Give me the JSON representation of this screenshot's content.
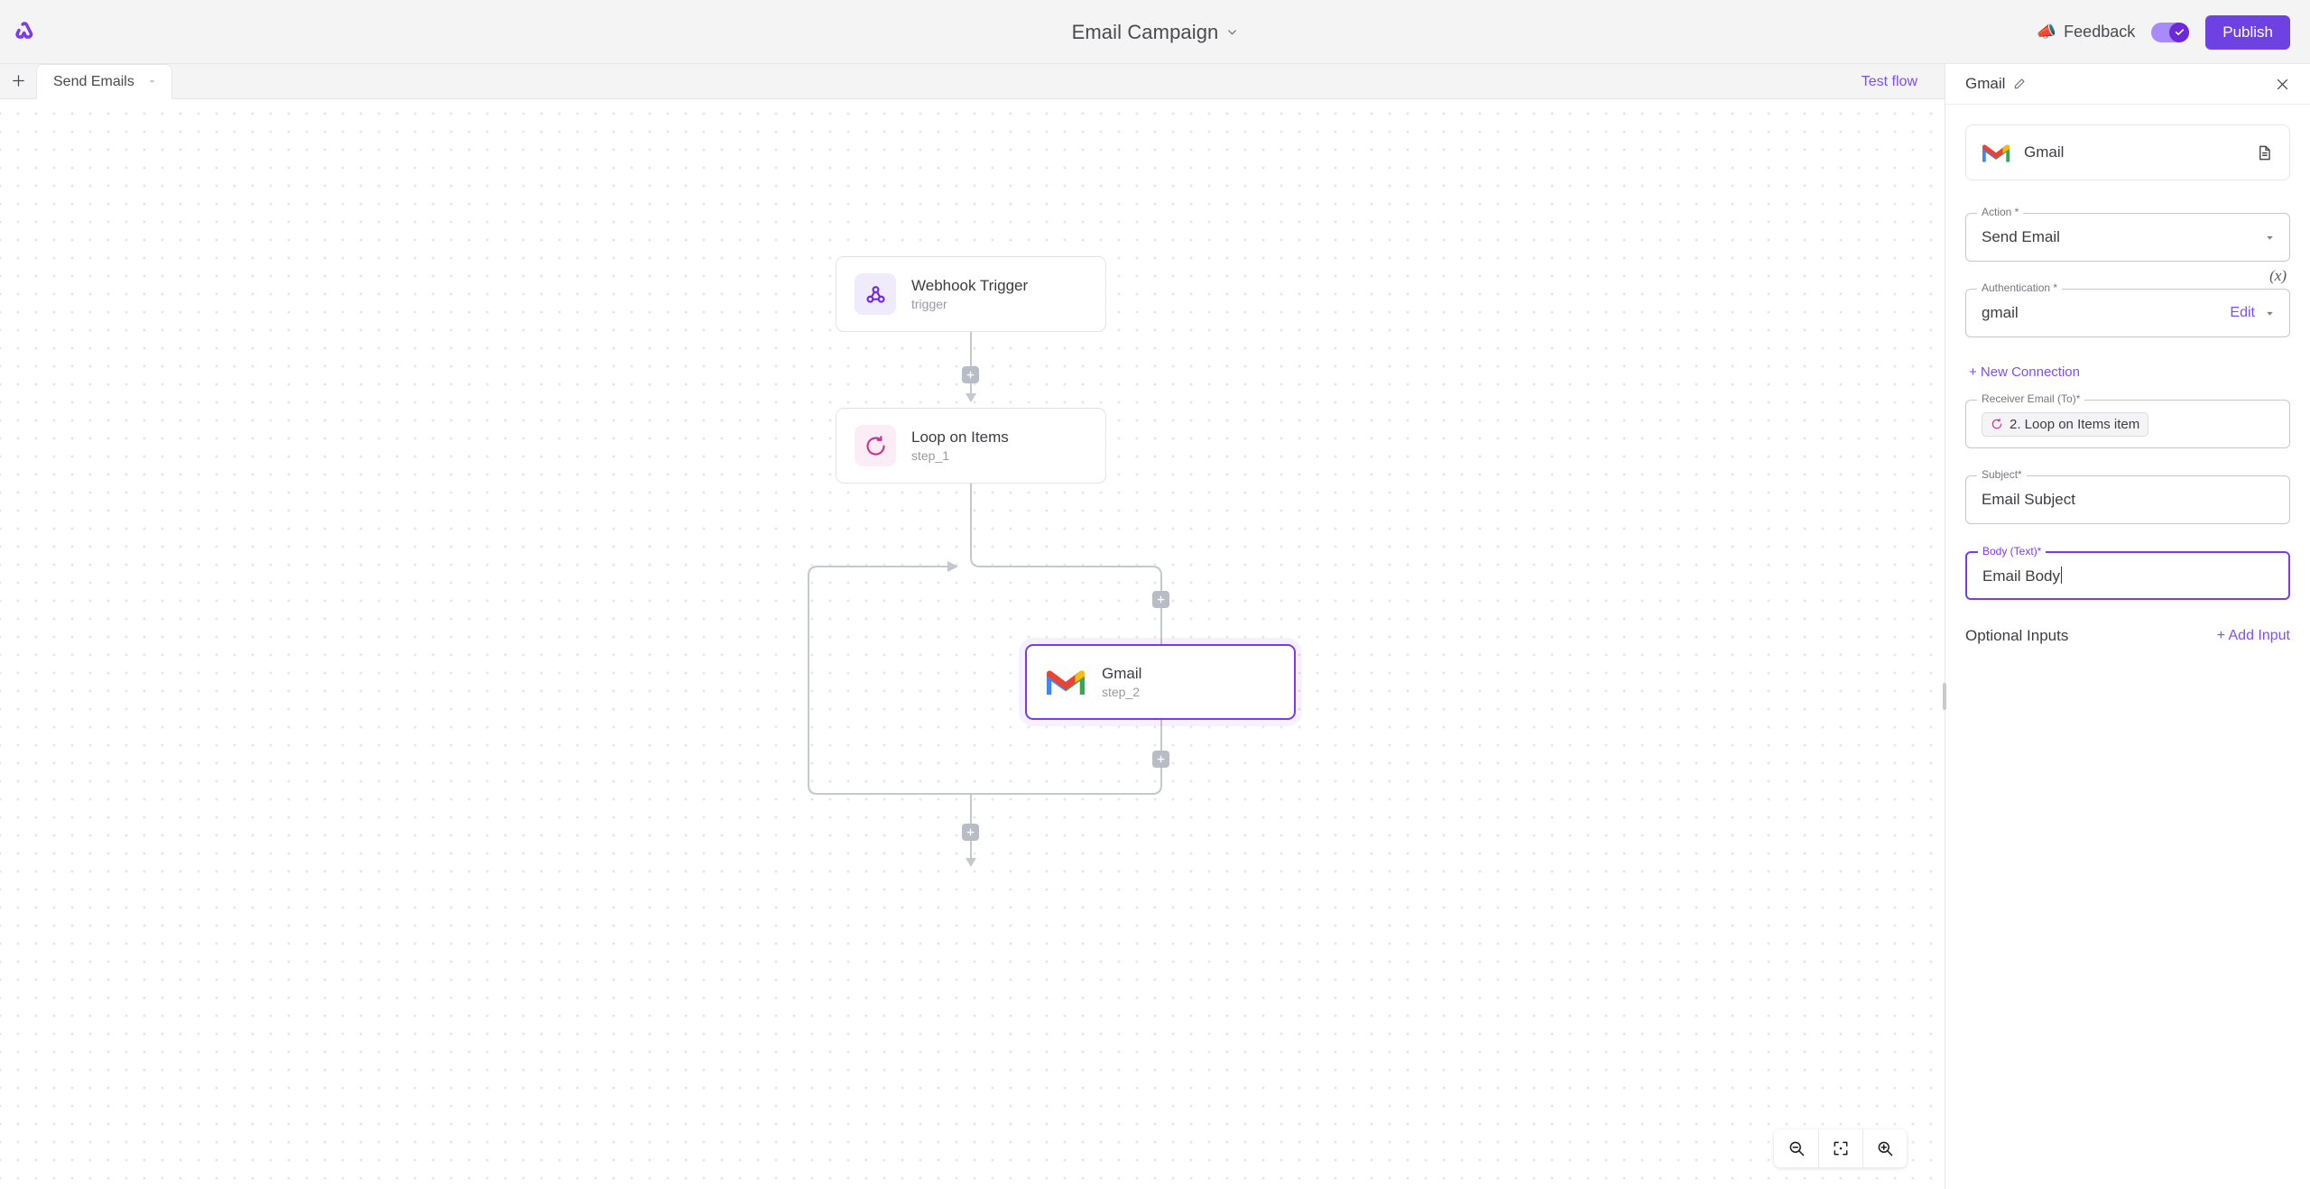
{
  "topbar": {
    "logo_icon": "activepieces-logo",
    "flow_title": "Email Campaign",
    "title_chevron_icon": "chevron-down-icon",
    "feedback_icon": "megaphone-icon",
    "feedback_label": "Feedback",
    "toggle_state": "on",
    "toggle_check_icon": "check-icon",
    "publish_label": "Publish",
    "accent_color": "#6e41e2"
  },
  "tabbar": {
    "add_icon": "plus-icon",
    "tab_label": "Send Emails",
    "tab_chevron_icon": "chevron-down-icon",
    "test_flow_label": "Test flow",
    "link_color": "#7c4dff"
  },
  "canvas": {
    "nodes": [
      {
        "name": "Webhook Trigger",
        "step_id": "trigger",
        "icon": "webhook-icon",
        "selected": false
      },
      {
        "name": "Loop on Items",
        "step_id": "step_1",
        "icon": "loop-icon",
        "selected": false
      },
      {
        "name": "Gmail",
        "step_id": "step_2",
        "icon": "gmail-icon",
        "selected": true
      }
    ],
    "add_step_icon": "plus-icon",
    "zoom_controls": [
      {
        "icon": "zoom-out-icon",
        "name": "zoom-out"
      },
      {
        "icon": "fit-view-icon",
        "name": "fit-view"
      },
      {
        "icon": "zoom-in-icon",
        "name": "zoom-in"
      }
    ]
  },
  "panel": {
    "title": "Gmail",
    "edit_title_icon": "pencil-icon",
    "close_icon": "close-icon",
    "piece": {
      "name": "Gmail",
      "icon": "gmail-icon",
      "docs_icon": "document-icon"
    },
    "fields": [
      {
        "label": "Action *",
        "value": "Send Email",
        "type": "select",
        "icon": "chevron-down-icon",
        "focused": false
      },
      {
        "label": "Authentication *",
        "value": "gmail",
        "type": "select-connection",
        "edit_label": "Edit",
        "icon": "chevron-down-icon",
        "variable_icon": "(x)",
        "focused": false
      },
      {
        "label": "Receiver Email (To)*",
        "value": "",
        "type": "chip-input",
        "chip_text": "2. Loop on Items item",
        "chip_icon": "loop-icon",
        "focused": false
      },
      {
        "label": "Subject*",
        "value": "Email Subject",
        "type": "text",
        "focused": false
      },
      {
        "label": "Body (Text)*",
        "value": "Email Body",
        "type": "textarea",
        "focused": true
      }
    ],
    "new_connection_label": "+ New Connection",
    "optional_inputs_label": "Optional Inputs",
    "add_input_label": "+ Add Input"
  }
}
